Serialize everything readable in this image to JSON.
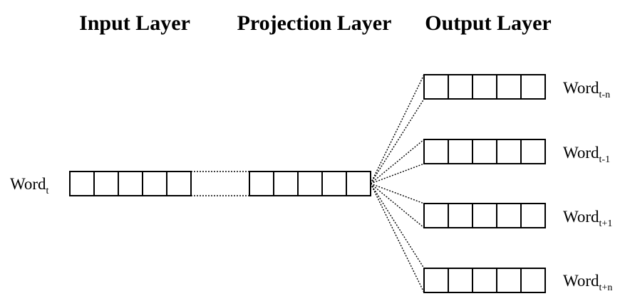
{
  "titles": {
    "input": "Input Layer",
    "projection": "Projection Layer",
    "output": "Output Layer"
  },
  "input_word": {
    "base": "Word",
    "sub": "t"
  },
  "output_words": [
    {
      "base": "Word",
      "sub": "t-n"
    },
    {
      "base": "Word",
      "sub": "t-1"
    },
    {
      "base": "Word",
      "sub": "t+1"
    },
    {
      "base": "Word",
      "sub": "t+n"
    }
  ],
  "cells_per_vector": 5,
  "colors": {
    "stroke": "#000000",
    "background": "#ffffff"
  }
}
